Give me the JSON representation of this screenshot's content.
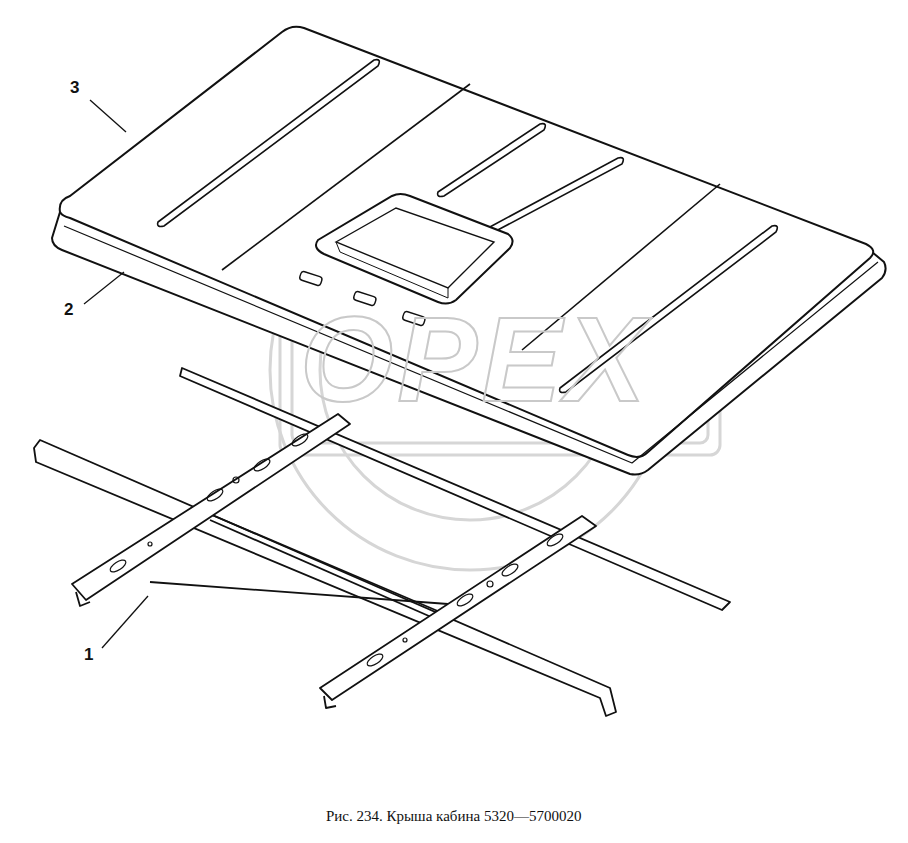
{
  "diagram": {
    "caption": "Рис. 234. Крыша кабина 5320—5700020",
    "labels": [
      "3",
      "2",
      "1",
      "OPEX"
    ]
  }
}
